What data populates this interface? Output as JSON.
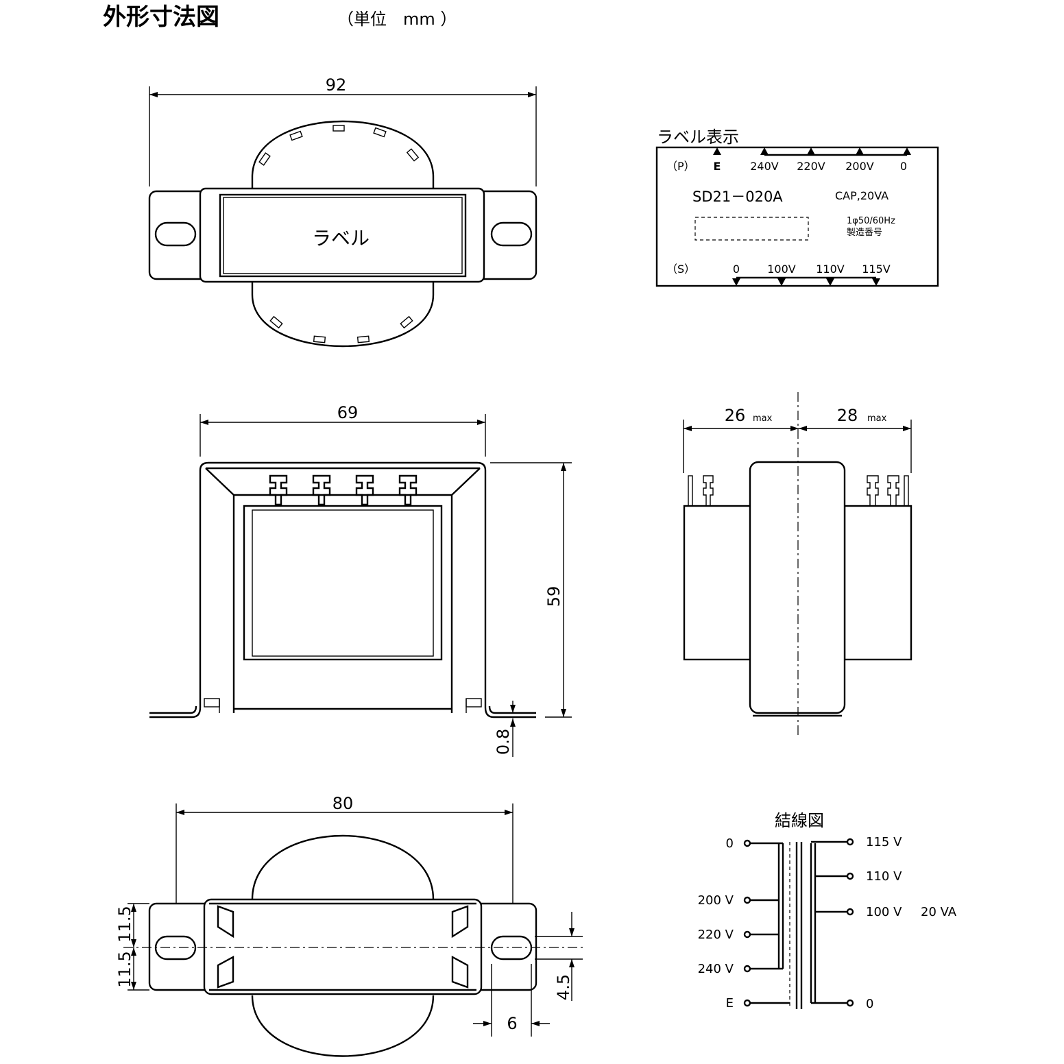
{
  "header": {
    "title": "外形寸法図",
    "unit": "（単位　mm ）"
  },
  "top_view": {
    "width_dim": "92",
    "label_text": "ラベル"
  },
  "label_panel": {
    "title": "ラベル表示",
    "primary_marker": "（P）",
    "primary_taps": [
      "E",
      "240V",
      "220V",
      "200V",
      "0"
    ],
    "model": "SD21－020A",
    "spec": "CAP,20VA",
    "freq": "1φ50/60Hz",
    "serial": "製造番号",
    "secondary_marker": "（S）",
    "secondary_taps": [
      "0",
      "100V",
      "110V",
      "115V"
    ]
  },
  "front_view": {
    "width_dim": "69",
    "height_dim": "59",
    "thickness_dim": "0.8"
  },
  "side_view": {
    "left_dim": "26",
    "right_dim": "28",
    "max_label": "max"
  },
  "bottom_view": {
    "width_dim": "80",
    "half_dim_top": "11.5",
    "half_dim_bottom": "11.5",
    "slot_dim": "4.5",
    "slot_width_dim": "6"
  },
  "wiring": {
    "title": "結線図",
    "primary_labels": [
      "0",
      "200 V",
      "220 V",
      "240 V",
      "E"
    ],
    "secondary_labels": [
      "115 V",
      "110 V",
      "100 V",
      "0"
    ],
    "capacity": "20 VA"
  }
}
